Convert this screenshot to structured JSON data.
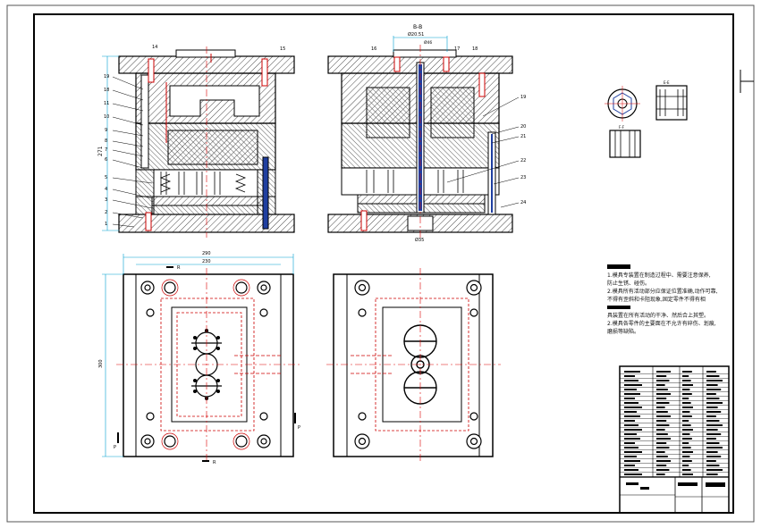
{
  "section_label": "B-B",
  "top_dimension": "Ø20.51",
  "sprue_dimension": "Ø46",
  "bottom_dimension": "Ø35",
  "height_dimension": "271",
  "width_dimension_outer": "290",
  "width_dimension_inner": "230",
  "side_dimension": "300",
  "part_numbers_left": [
    "19",
    "18",
    "11",
    "10",
    "9",
    "8",
    "7",
    "6",
    "5",
    "4",
    "3",
    "2",
    "1"
  ],
  "part_numbers_top_left": [
    "14",
    "15"
  ],
  "part_numbers_top_right": [
    "16",
    "17",
    "18"
  ],
  "part_numbers_right": [
    "19",
    "20",
    "21",
    "22",
    "23",
    "24"
  ],
  "section_marks": {
    "p": "P",
    "r": "R"
  },
  "detail_labels": [
    "E-E",
    "F-F"
  ],
  "notes_part1": [
    "1.模具专装置在制造过程中、需要注意保养,",
    "防止生锈、碰伤。",
    "2.模具所有活动部分应保证位置准确,动作可靠,",
    "不得有歪斜和卡阻现象,固定零件不得有相"
  ],
  "notes_part2": [
    "具装置在所有活动的干净、然后合上其塑。",
    "2.模具各零件的主要面在不允许有碎伤、划痕,",
    "磨损等缺陷。"
  ],
  "colors": {
    "line": "#000000",
    "center_line": "#d00000",
    "dimension": "#00a0d0",
    "part_blue": "#1f3fa0",
    "hatch": "#555555"
  }
}
